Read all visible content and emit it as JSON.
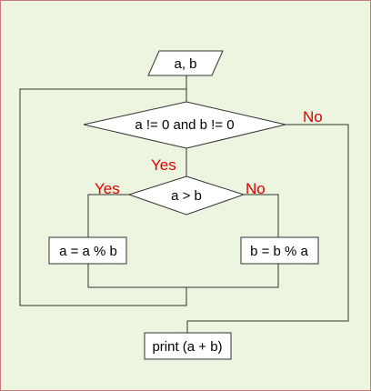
{
  "diagram": {
    "input": "a, b",
    "loop_condition": "a != 0 and b != 0",
    "branch_condition": "a > b",
    "yes_step": "a = a % b",
    "no_step": "b = b % a",
    "output": "print (a + b)",
    "labels": {
      "loop_no": "No",
      "loop_yes": "Yes",
      "branch_yes": "Yes",
      "branch_no": "No"
    },
    "colors": {
      "background": "#ebf5df",
      "border": "#c87a7a",
      "label": "#e00000",
      "shape_fill": "#ffffff",
      "line": "#333333"
    }
  }
}
